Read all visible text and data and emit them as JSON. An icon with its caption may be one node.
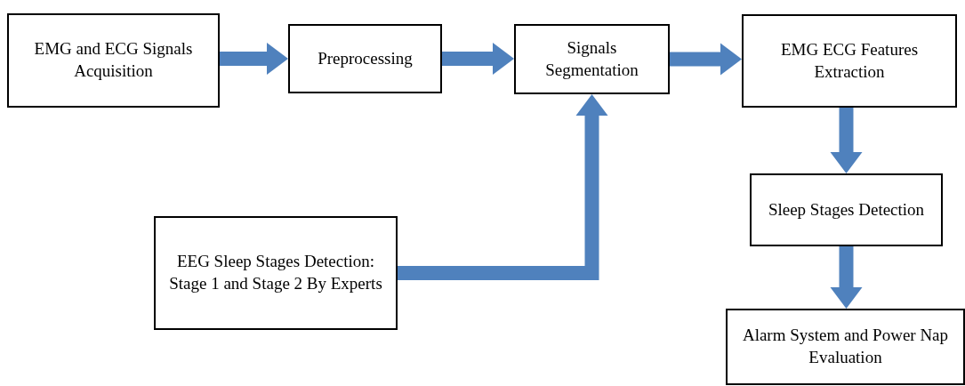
{
  "diagram": {
    "nodes": [
      {
        "text": [
          "EMG and ECG Signals Acquisition"
        ]
      },
      {
        "text": [
          "Preprocessing"
        ]
      },
      {
        "text": [
          "Signals Segmentation"
        ]
      },
      {
        "text": [
          "EMG ECG Features Extraction"
        ]
      },
      {
        "text": [
          "Sleep Stages Detection"
        ]
      },
      {
        "text": [
          "Alarm System and Power Nap Evaluation"
        ]
      },
      {
        "text": [
          "EEG Sleep Stages Detection: Stage 1 and Stage 2 By Experts"
        ]
      }
    ],
    "edges": [
      {
        "from": 0,
        "to": 1,
        "arrow": "to"
      },
      {
        "from": 1,
        "to": 2,
        "arrow": "to"
      },
      {
        "from": 2,
        "to": 3,
        "arrow": "to"
      },
      {
        "from": 3,
        "to": 4,
        "arrow": "to"
      },
      {
        "from": 4,
        "to": 5,
        "arrow": "to"
      },
      {
        "from": 6,
        "to": 2,
        "arrow": "to"
      }
    ]
  }
}
